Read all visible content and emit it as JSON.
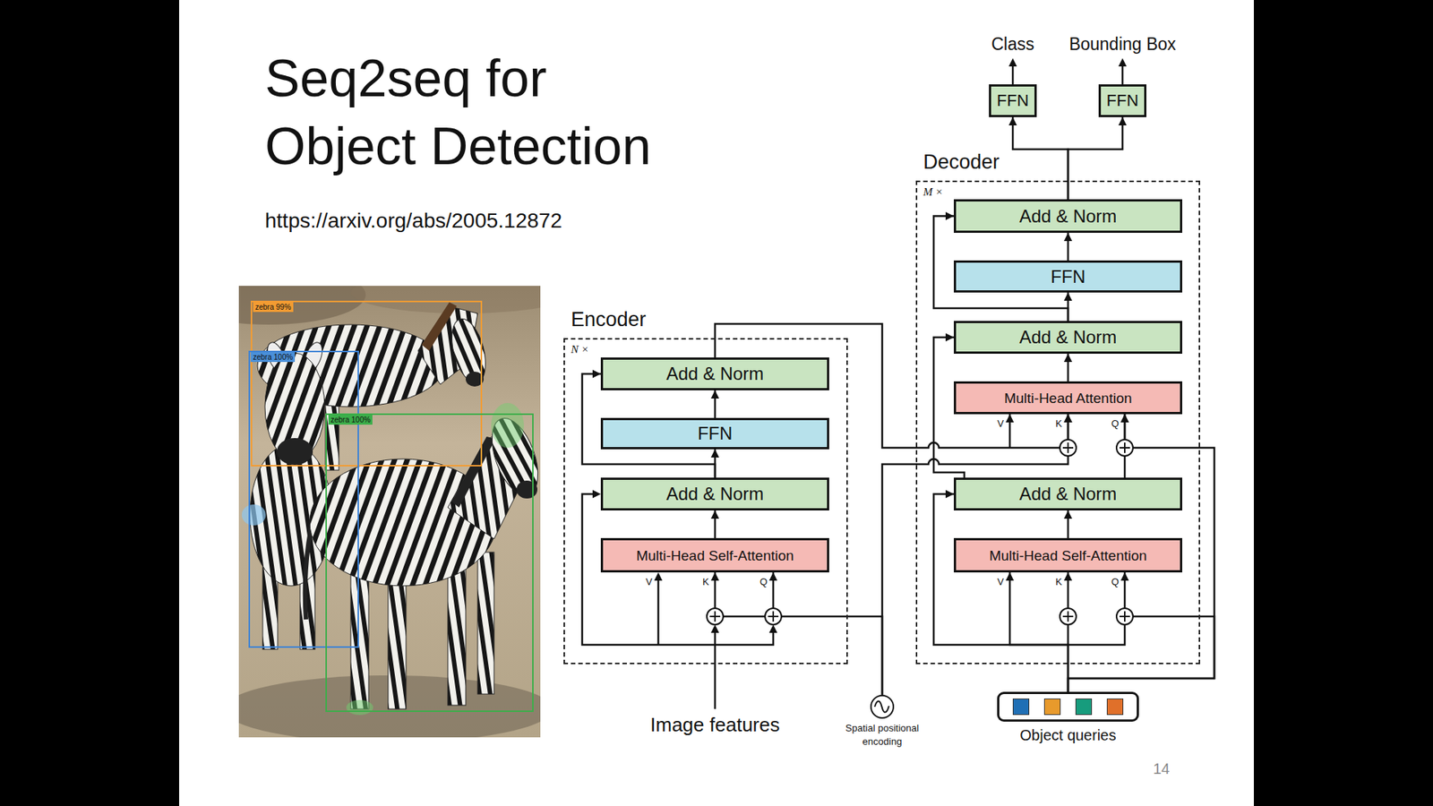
{
  "diagram": {
    "title": "Seq2seq for Object Detection",
    "nodes": [
      {
        "text": [
          "Encoder",
          "N ×"
        ]
      },
      {
        "text": [
          "Add & Norm"
        ],
        "in": 0
      },
      {
        "text": [
          "FFN"
        ],
        "in": 0
      },
      {
        "text": [
          "Add & Norm"
        ],
        "in": 0
      },
      {
        "text": [
          "Multi-Head Self-Attention"
        ],
        "in": 0
      },
      {
        "text": [
          "Decoder",
          "M ×"
        ]
      },
      {
        "text": [
          "Add & Norm"
        ],
        "in": 5
      },
      {
        "text": [
          "FFN"
        ],
        "in": 5
      },
      {
        "text": [
          "Add & Norm"
        ],
        "in": 5
      },
      {
        "text": [
          "Multi-Head Attention"
        ],
        "in": 5
      },
      {
        "text": [
          "Add & Norm"
        ],
        "in": 5
      },
      {
        "text": [
          "Multi-Head Self-Attention"
        ],
        "in": 5
      },
      {
        "text": [
          "FFN"
        ]
      },
      {
        "text": [
          "FFN"
        ]
      },
      {
        "text": [
          "Spatial positional encoding"
        ]
      },
      {
        "text": [
          "Object queries"
        ]
      }
    ],
    "edges": [
      {
        "from": 4,
        "to": 3,
        "arrow": "to"
      },
      {
        "from": 3,
        "to": 2,
        "arrow": "to"
      },
      {
        "from": 2,
        "to": 1,
        "arrow": "to"
      },
      {
        "from": 3,
        "to": 1,
        "arrow": "to"
      },
      {
        "from": 1,
        "to": 9,
        "arrow": "to"
      },
      {
        "from": 14,
        "to": 4,
        "arrow": "to"
      },
      {
        "from": 14,
        "to": 9,
        "arrow": "to"
      },
      {
        "from": 15,
        "to": 11,
        "arrow": "to"
      },
      {
        "from": 15,
        "to": 10,
        "arrow": "to"
      },
      {
        "from": 15,
        "to": 9,
        "arrow": "to"
      },
      {
        "from": 11,
        "to": 10,
        "arrow": "to"
      },
      {
        "from": 10,
        "to": 9,
        "arrow": "to"
      },
      {
        "from": 10,
        "to": 8,
        "arrow": "to"
      },
      {
        "from": 9,
        "to": 8,
        "arrow": "to"
      },
      {
        "from": 8,
        "to": 7,
        "arrow": "to"
      },
      {
        "from": 7,
        "to": 6,
        "arrow": "to"
      },
      {
        "from": 8,
        "to": 6,
        "arrow": "to"
      },
      {
        "from": 6,
        "to": 12,
        "arrow": "to"
      },
      {
        "from": 6,
        "to": 13,
        "arrow": "to"
      }
    ],
    "labels": [
      "https://arxiv.org/abs/2005.12872",
      "zebra 99%",
      "zebra 100%",
      "zebra 100%",
      "Image features",
      "Class",
      "Bounding Box",
      "V",
      "K",
      "Q",
      "V",
      "K",
      "Q",
      "V",
      "K",
      "Q",
      "14"
    ]
  }
}
